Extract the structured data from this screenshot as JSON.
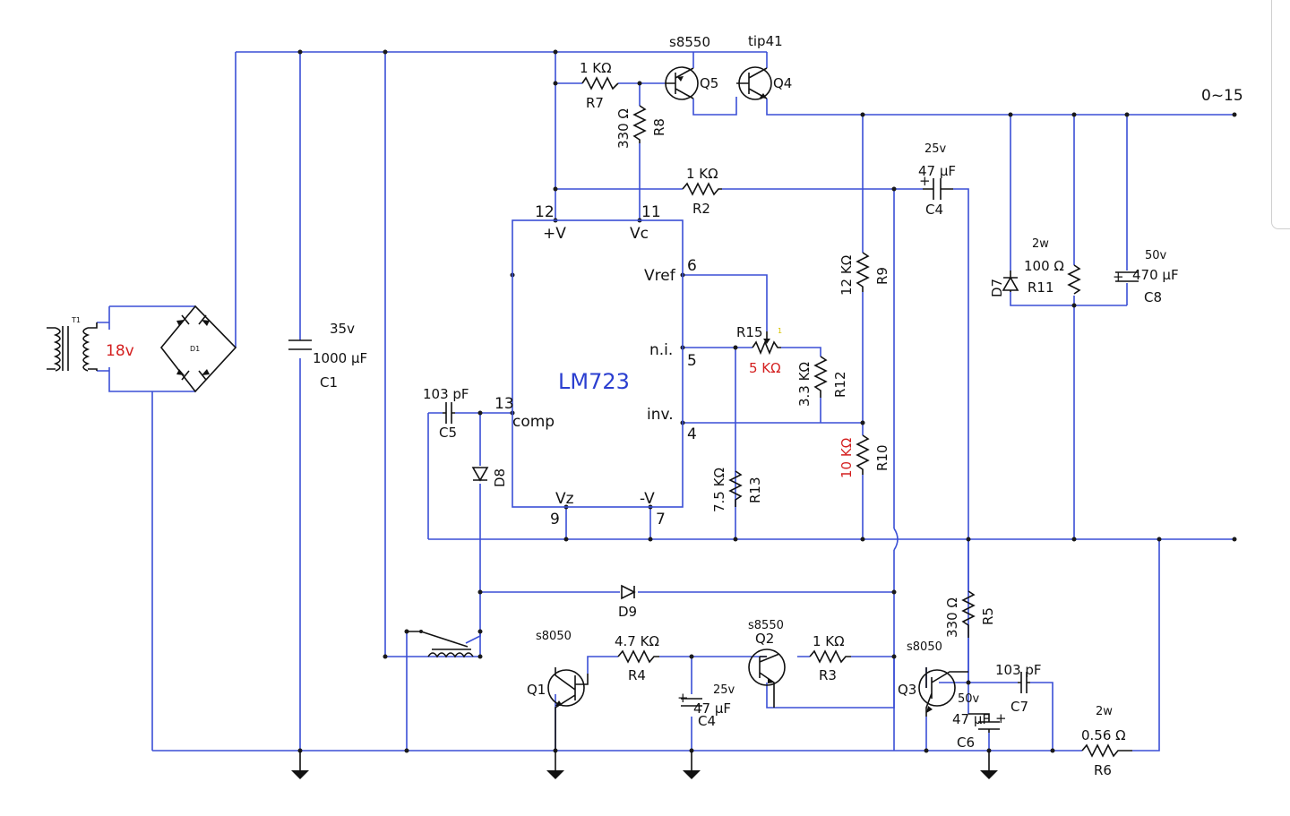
{
  "colors": {
    "wire": "#3a4fd6",
    "ic_label": "#2b3fd0",
    "highlight": "#d42020",
    "component": "#111111"
  },
  "ic": {
    "name": "LM723",
    "pins": {
      "pin12": "12",
      "pin11": "11",
      "pin6": "6",
      "pin5": "5",
      "pin13": "13",
      "pin4": "4",
      "pin9": "9",
      "pin7": "7"
    },
    "pin_names": {
      "vplus": "+V",
      "vc": "Vc",
      "vref": "Vref",
      "ni": "n.i.",
      "inv": "inv.",
      "comp": "comp",
      "vz": "Vz",
      "vminus": "-V"
    }
  },
  "transformer": {
    "ref": "T1",
    "voltage": "18v"
  },
  "bridge": {
    "ref": "D1"
  },
  "output_label": "0~15",
  "transistors": {
    "Q5": {
      "ref": "Q5",
      "part": "s8550"
    },
    "Q4": {
      "ref": "Q4",
      "part": "tip41"
    },
    "Q1": {
      "ref": "Q1",
      "part": "s8050"
    },
    "Q2": {
      "ref": "Q2",
      "part": "s8550"
    },
    "Q3": {
      "ref": "Q3",
      "part": "s8050"
    }
  },
  "resistors": {
    "R7": {
      "ref": "R7",
      "value": "1 KΩ"
    },
    "R8": {
      "ref": "R8",
      "value": "330 Ω"
    },
    "R2": {
      "ref": "R2",
      "value": "1 KΩ"
    },
    "R9": {
      "ref": "R9",
      "value": "12 KΩ"
    },
    "R11": {
      "ref": "R11",
      "value": "100 Ω",
      "rating": "2w"
    },
    "R15": {
      "ref": "R15",
      "value": "5 KΩ"
    },
    "R12": {
      "ref": "R12",
      "value": "3.3 KΩ"
    },
    "R10": {
      "ref": "R10",
      "value": "10 KΩ"
    },
    "R13": {
      "ref": "R13",
      "value": "7.5 KΩ"
    },
    "R5": {
      "ref": "R5",
      "value": "330 Ω"
    },
    "R4": {
      "ref": "R4",
      "value": "4.7 KΩ"
    },
    "R3": {
      "ref": "R3",
      "value": "1 KΩ"
    },
    "R6": {
      "ref": "R6",
      "value": "0.56 Ω",
      "rating": "2w"
    }
  },
  "capacitors": {
    "C1": {
      "ref": "C1",
      "value": "1000 μF",
      "rating": "35v"
    },
    "C4a": {
      "ref": "C4",
      "value": "47 μF",
      "rating": "25v"
    },
    "C8": {
      "ref": "C8",
      "value": "470 μF",
      "rating": "50v"
    },
    "C5": {
      "ref": "C5",
      "value": "103 pF"
    },
    "C4b": {
      "ref": "C4",
      "value": "47 μF",
      "rating": "25v"
    },
    "C7": {
      "ref": "C7",
      "value": "103 pF"
    },
    "C6": {
      "ref": "C6",
      "value": "47 μF",
      "rating": "50v"
    }
  },
  "diodes": {
    "D7": "D7",
    "D8": "D8",
    "D9": "D9"
  },
  "plus_sign": "+",
  "wiper_mark": "1"
}
